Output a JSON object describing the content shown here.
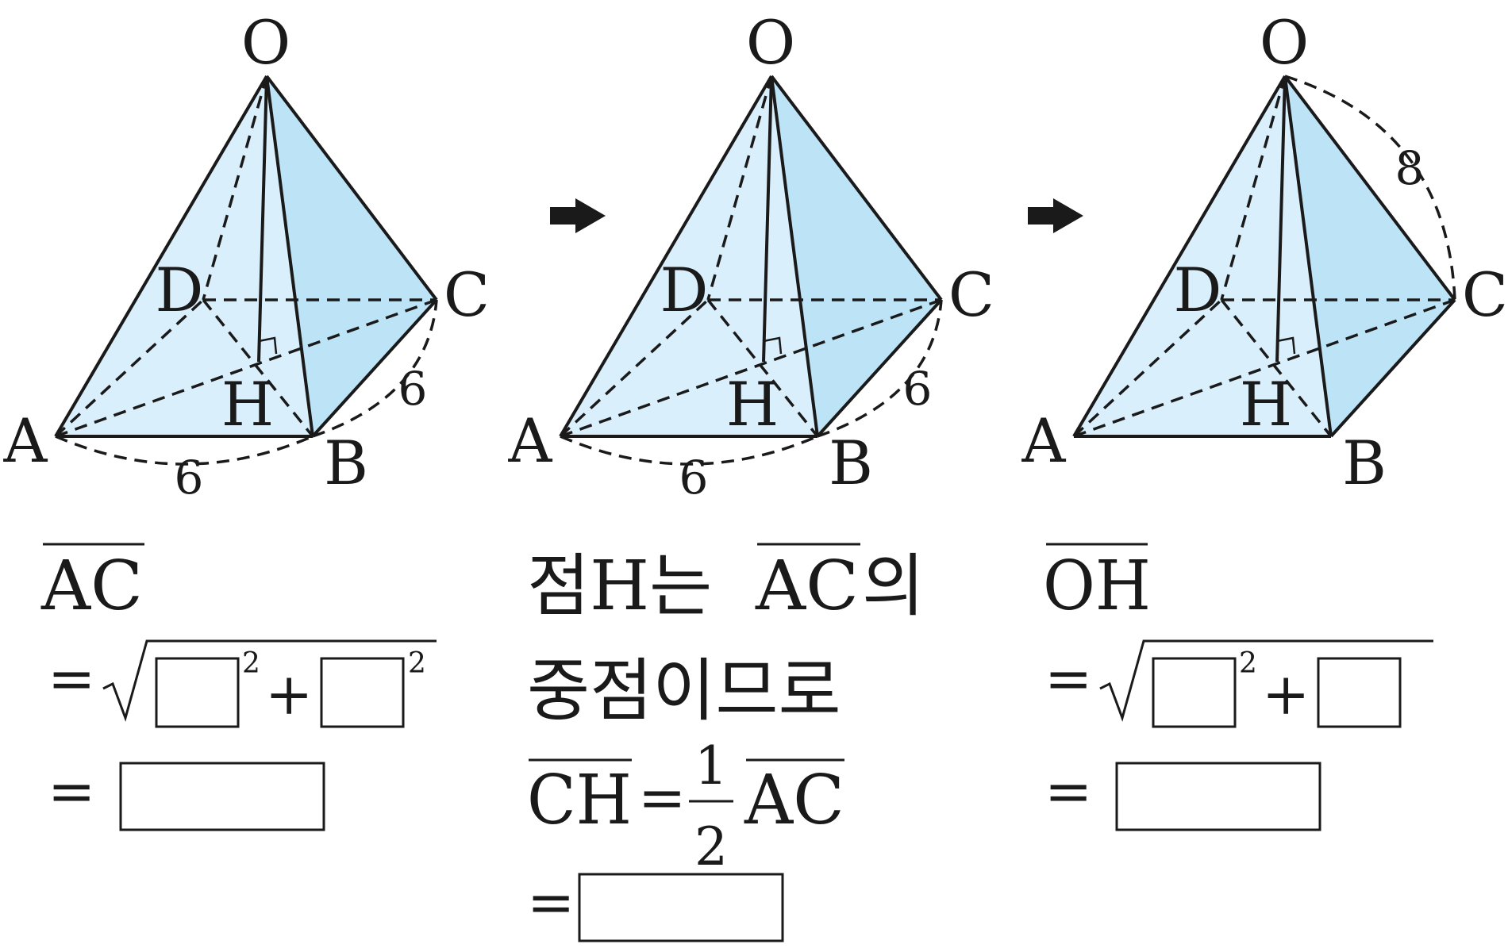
{
  "vertices": {
    "O": "O",
    "A": "A",
    "B": "B",
    "C": "C",
    "D": "D",
    "H": "H"
  },
  "figures": [
    {
      "id": "fig1",
      "edge_ab": "6",
      "edge_bc": "6",
      "edge_oc": ""
    },
    {
      "id": "fig2",
      "edge_ab": "6",
      "edge_bc": "6",
      "edge_oc": ""
    },
    {
      "id": "fig3",
      "edge_ab": "",
      "edge_bc": "",
      "edge_oc": "8"
    }
  ],
  "panel1": {
    "segment": "AC",
    "eq": "=",
    "sqrt": "√",
    "plus": "+",
    "exp1": "2",
    "exp2": "2",
    "eq2": "="
  },
  "panel2": {
    "text1_pre": "점H는",
    "segment1": "AC",
    "text1_post": "의",
    "text2": "중점이므로",
    "segment2": "CH",
    "eq": "=",
    "frac_num": "1",
    "frac_den": "2",
    "segment3": "AC",
    "eq2": "="
  },
  "panel3": {
    "segment": "OH",
    "eq": "=",
    "sqrt": "√",
    "plus": "+",
    "exp1": "2",
    "eq2": "="
  },
  "colors": {
    "face_light": "#d9effb",
    "face_dark": "#bde3f7",
    "stroke": "#1a1a1a"
  }
}
